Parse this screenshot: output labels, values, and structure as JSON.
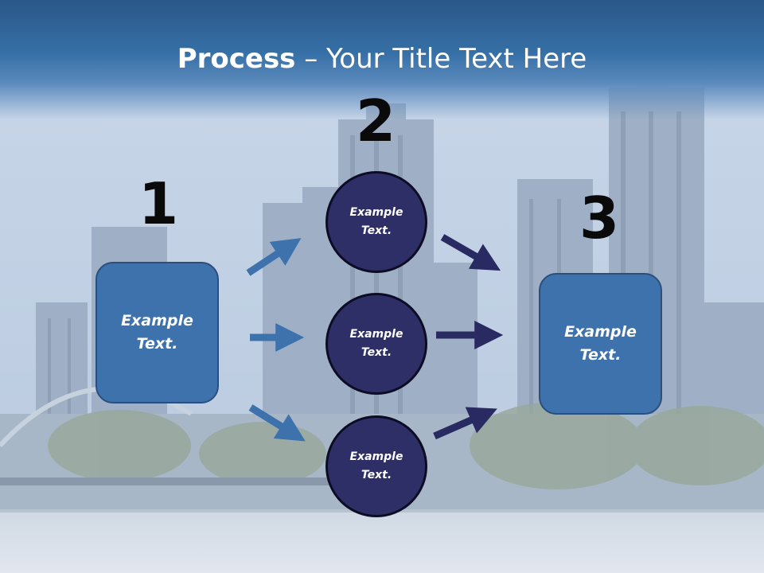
{
  "title": {
    "bold": "Process",
    "rest": " – Your Title Text Here"
  },
  "steps": [
    "1",
    "2",
    "3"
  ],
  "left_box": "Example Text.",
  "right_box": "Example Text.",
  "circles": [
    "Example Text.",
    "Example Text.",
    "Example Text."
  ],
  "colors": {
    "box": "#3d72ad",
    "circle": "#2f2f68",
    "arrow_blue": "#3d72ad",
    "arrow_navy": "#2a2a62"
  },
  "background": "city-skyline-image"
}
